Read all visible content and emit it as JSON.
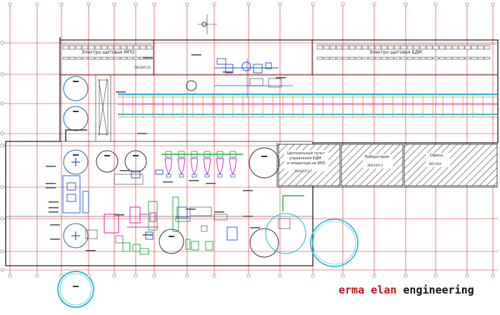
{
  "labels": {
    "mpo_panel": "Электро щитовая МПО",
    "bdm_panel": "Электро щитовая БДМ",
    "mpo_room_code": "ЗЮЭЭЛ.24",
    "central_panel_line1": "Центральный пульт",
    "central_panel_line2": "управления БДМ",
    "central_panel_line3": "и оператора на ЯПО",
    "central_panel_code": "ЭЮЭЭЛ.17",
    "laboratory": "Лаборатория",
    "laboratory_code": "ЭЮЭЭЛ.5",
    "offices": "Офисы",
    "offices_code": "ЭЮ.002"
  },
  "brand": {
    "word1": "erma",
    "word2": "elan",
    "word3": "engineering"
  },
  "colors": {
    "grid": "#e0222a",
    "wall": "#202020",
    "cyan": "#1fb8d8",
    "blue": "#2050d0",
    "green": "#20b040",
    "magenta": "#d020c0",
    "orange": "#e88020",
    "accent": "#c8161d"
  }
}
